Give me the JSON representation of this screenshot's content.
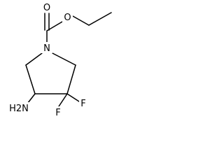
{
  "molecule": {
    "atoms": {
      "carbonyl_oxygen": "O",
      "ester_oxygen": "O",
      "ring_nitrogen": "N",
      "amine": "H2N",
      "fluorine_1": "F",
      "fluorine_2": "F"
    }
  }
}
